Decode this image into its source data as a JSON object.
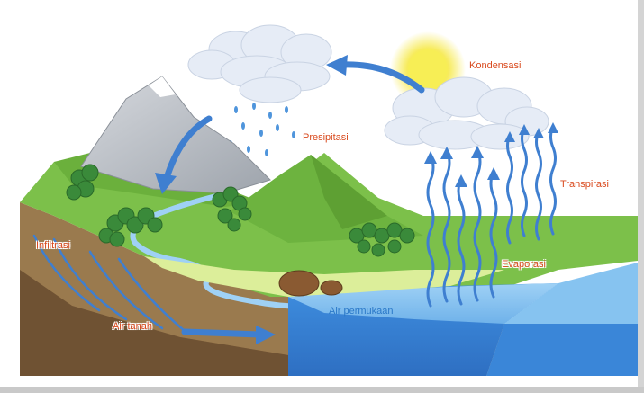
{
  "labels": {
    "kondensasi": "Kondensasi",
    "presipitasi": "Presipitasi",
    "transpirasi": "Transpirasi",
    "infiltrasi": "Infiltrasi",
    "evaporasi": "Evaporasi",
    "air_permukaan": "Air permukaan",
    "air_tanah": "Air tanah"
  },
  "colors": {
    "label_red": "#d94a1e",
    "label_blue": "#2a78c8",
    "arrow_blue": "#3f7fd0",
    "water": "#5ba3e8",
    "grass": "#7cc04a",
    "soil": "#8a6a45",
    "sky_cloud": "#e8eef8",
    "sun": "#f6e94a"
  }
}
